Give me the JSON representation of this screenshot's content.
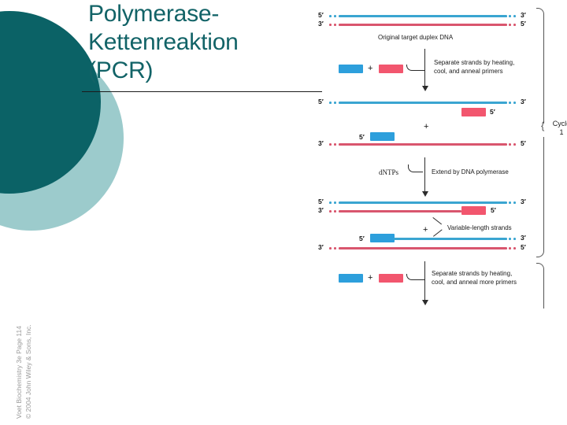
{
  "slide": {
    "title_lines": [
      "Polymerase-",
      "Kettenreaktion",
      "(PCR)"
    ],
    "accent_dark": "#0B6266",
    "accent_light": "#9CCBCC",
    "title_color": "#126367"
  },
  "credit": {
    "line1": "Voet Biochemistry 3e  Page  114",
    "line2": "© 2004 John Wiley & Sons, Inc."
  },
  "figure": {
    "colors": {
      "template_blue": "#3AA5D1",
      "template_red": "#D9566E",
      "primer_blue": "#2D9FDC",
      "primer_red": "#F2566E"
    },
    "captions": {
      "original": "Original target duplex DNA",
      "separate1_l1": "Separate strands by heating,",
      "separate1_l2": "cool, and anneal primers",
      "dntps": "dNTPs",
      "extend": "Extend by DNA polymerase",
      "variable": "Variable-length strands",
      "separate2_l1": "Separate strands by heating,",
      "separate2_l2": "cool, and anneal more primers"
    },
    "cycle": {
      "word": "Cycle",
      "number": "1"
    },
    "prime_labels": {
      "five": "5′",
      "three": "3′"
    },
    "plus": "+",
    "stage1": {
      "top_left": "5′",
      "top_right": "3′",
      "bottom_left": "3′",
      "bottom_right": "5′"
    },
    "stage2": {
      "top_left": "5′",
      "top_right": "3′",
      "primer_red_label": "5′",
      "primer_blue_label": "5′",
      "bottom_left": "3′",
      "bottom_right": "5′"
    },
    "stage3": {
      "a_left": "5′",
      "a_right": "3′",
      "b_left": "3′",
      "b_primer": "5′",
      "c_primer": "5′",
      "c_right": "3′",
      "d_left": "3′",
      "d_right": "5′"
    }
  }
}
